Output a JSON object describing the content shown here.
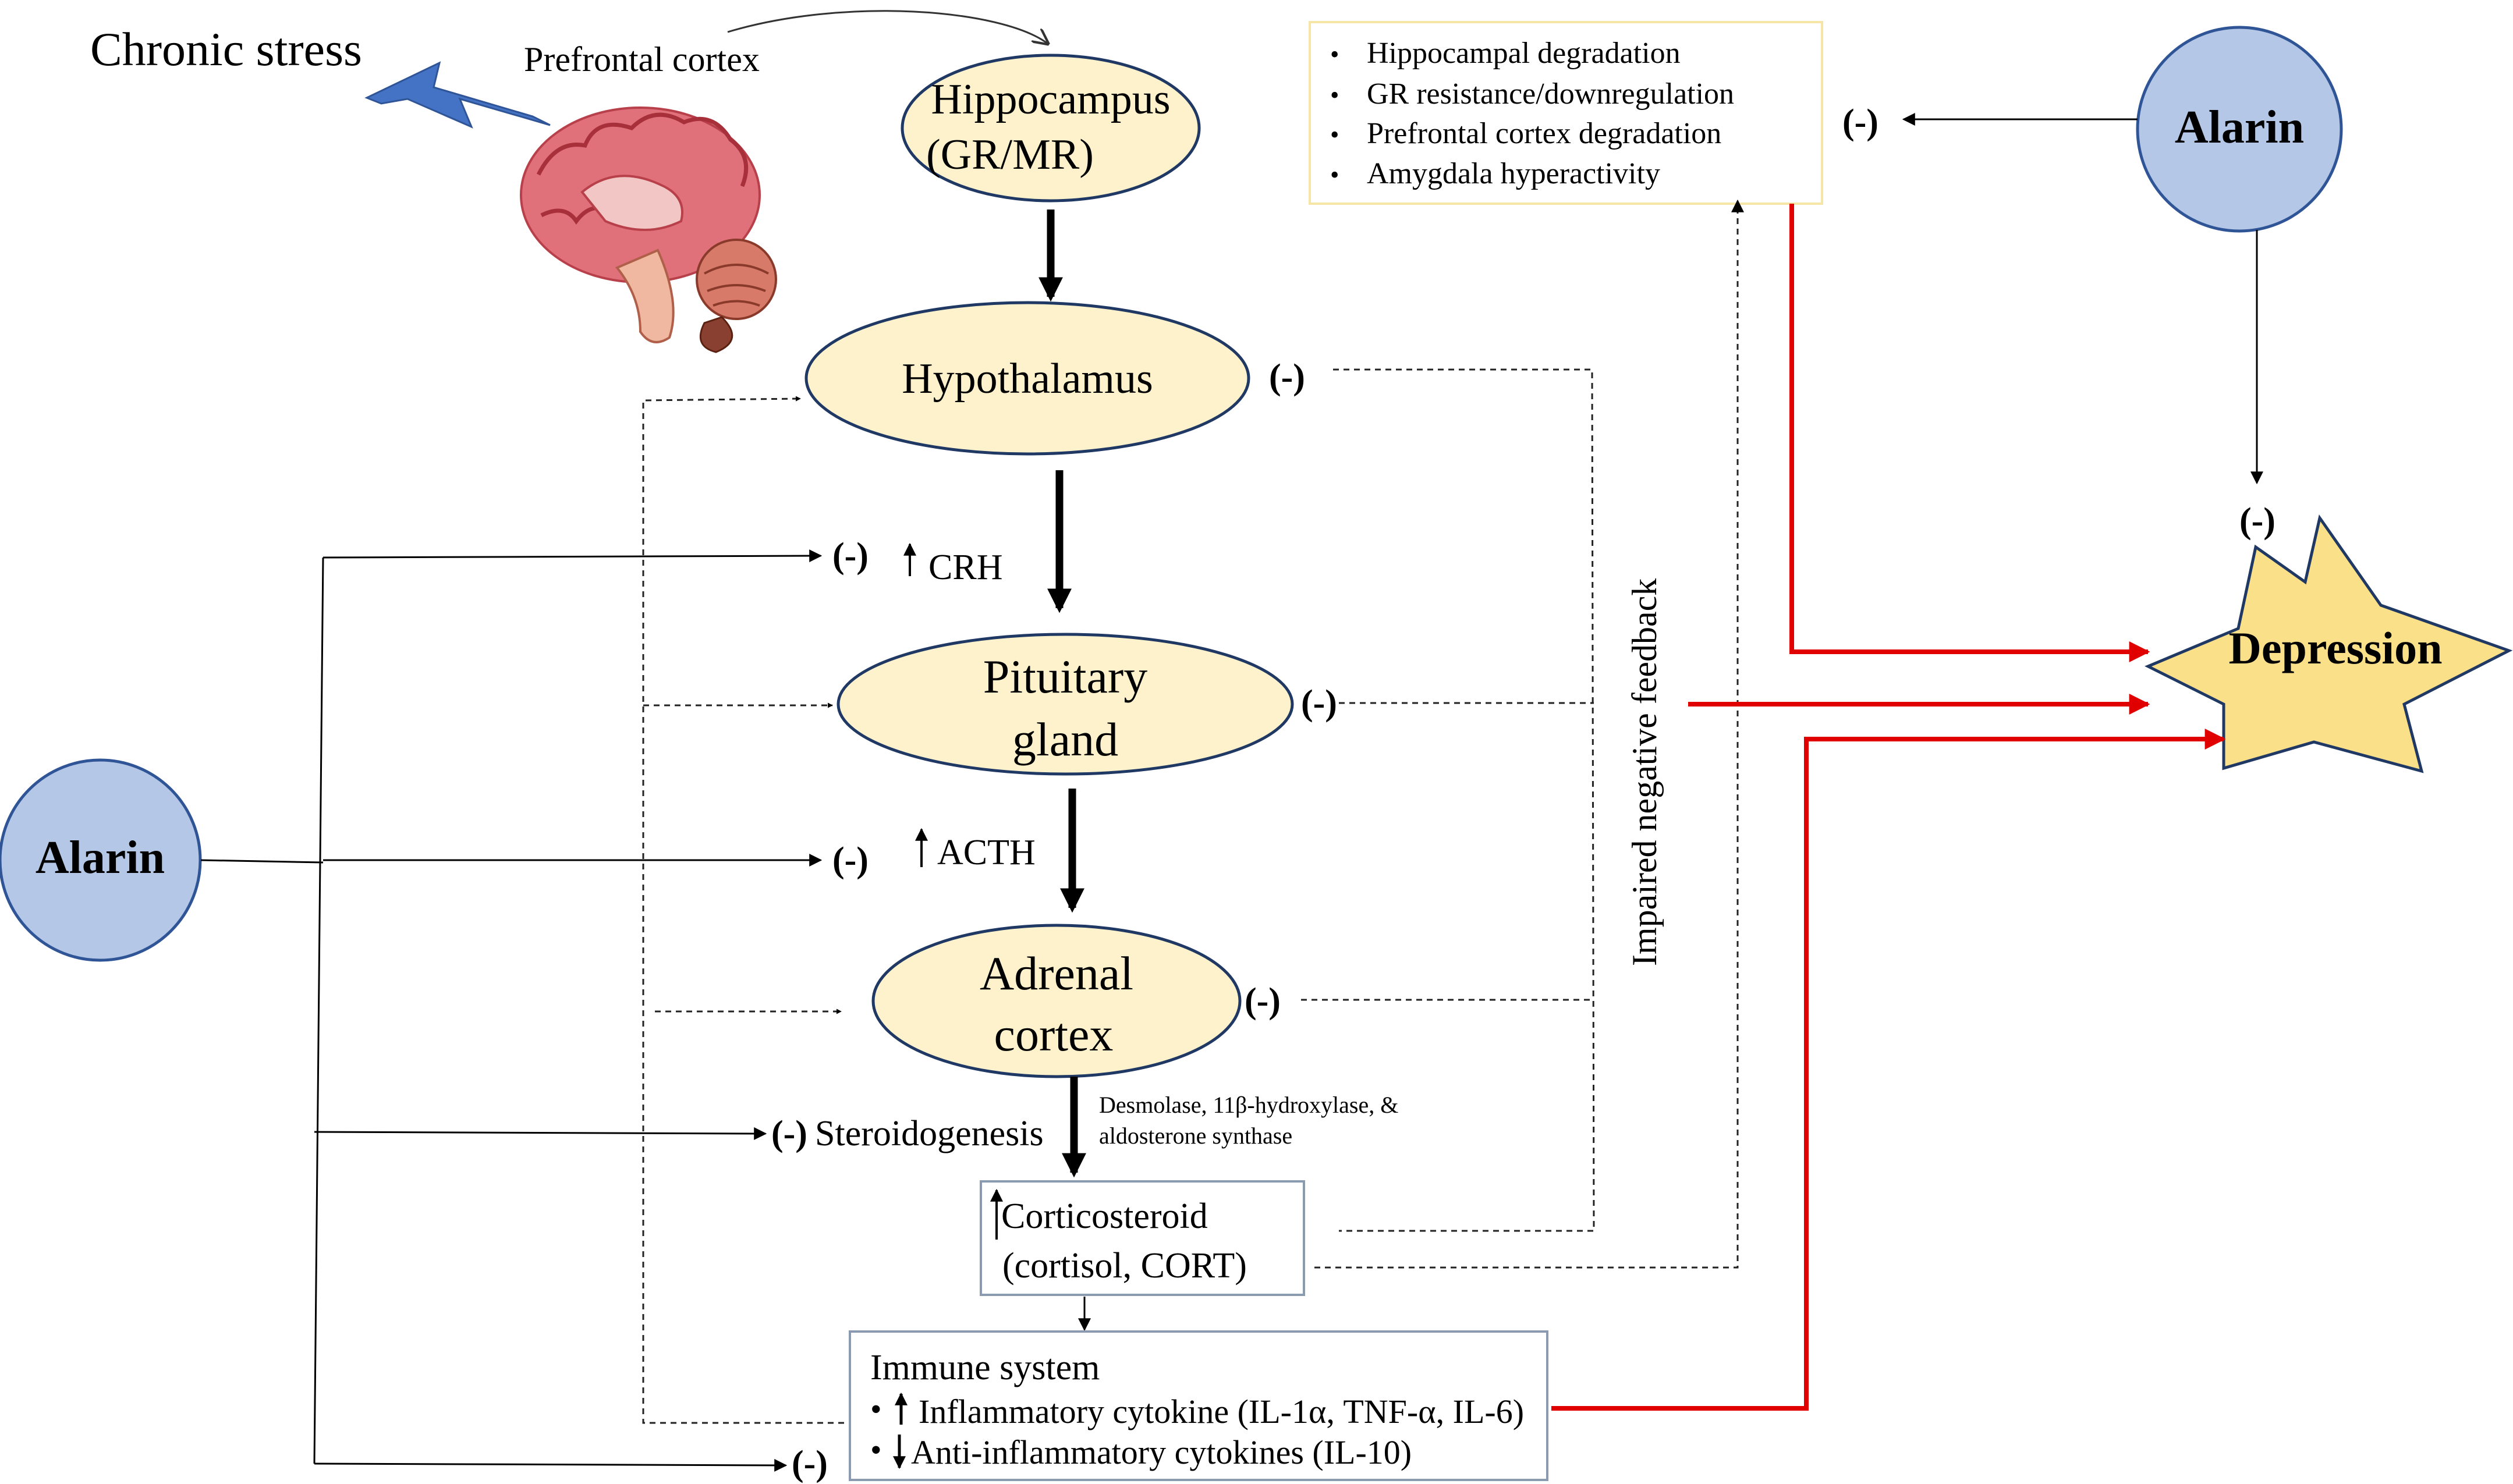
{
  "labels": {
    "chronic_stress": "Chronic stress",
    "prefrontal_cortex": "Prefrontal cortex",
    "crh": "CRH",
    "acth": "ACTH",
    "steroidogenesis": "Steroidogenesis",
    "enzymes_line1": "Desmolase, 11β-hydroxylase, &",
    "enzymes_line2": "aldosterone synthase",
    "impaired_feedback": "Impaired negative feedback",
    "minus": "(-)"
  },
  "nodes": {
    "hippocampus": {
      "line1": "Hippocampus",
      "line2": "(GR/MR)"
    },
    "hypothalamus": {
      "line1": "Hypothalamus"
    },
    "pituitary": {
      "line1": "Pituitary",
      "line2": "gland"
    },
    "adrenal": {
      "line1": "Adrenal",
      "line2": "cortex"
    },
    "alarin_left": "Alarin",
    "alarin_right": "Alarin",
    "depression": "Depression"
  },
  "corticosteroid_box": {
    "line1": "Corticosteroid",
    "line2": "(cortisol, CORT)"
  },
  "immune_box": {
    "title": "Immune system",
    "item1": "Inflammatory cytokine (IL-1α, TNF-α, IL-6)",
    "item2": "Anti-inflammatory cytokines (IL-10)"
  },
  "effects_box": {
    "items": [
      "Hippocampal degradation",
      "GR resistance/downregulation",
      "Prefrontal cortex degradation",
      "Amygdala hyperactivity"
    ]
  },
  "colors": {
    "ellipse_fill": "#fdf2cc",
    "alarin_fill": "#b4c7e7",
    "depression_fill": "#fbe08a",
    "red_arrow": "#e00000",
    "lightning": "#4472c4"
  }
}
